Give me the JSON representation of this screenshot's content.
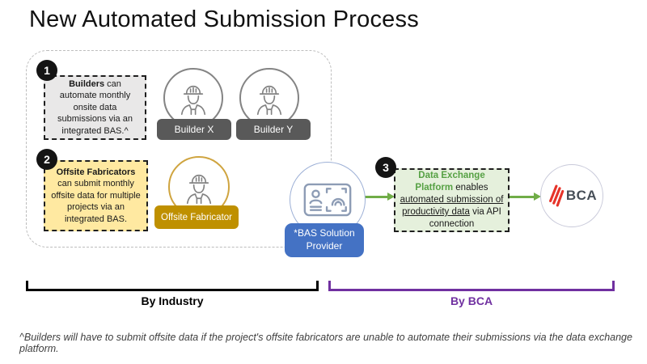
{
  "slide": {
    "title": "New Automated Submission Process",
    "footnote": "^Builders will have to submit offsite data if the project's offsite fabricators are unable to automate their submissions via the data exchange platform."
  },
  "steps": {
    "step1": {
      "badge": "1",
      "bold": "Builders",
      "rest": " can automate monthly onsite data submissions via an integrated BAS.^"
    },
    "step2": {
      "badge": "2",
      "bold": "Offsite Fabricators",
      "rest": " can submit monthly offsite data for multiple projects via an integrated BAS."
    },
    "step3": {
      "badge": "3",
      "heading": "Data Exchange Platform",
      "pre": " enables ",
      "underlined": "automated submission of productivity data",
      "post": " via API connection"
    }
  },
  "actors": {
    "builder_x": {
      "label": "Builder X",
      "icon": "construction-worker-icon"
    },
    "builder_y": {
      "label": "Builder Y",
      "icon": "construction-worker-icon"
    },
    "offsite_fabricator": {
      "label": "Offsite Fabricator",
      "icon": "construction-worker-icon"
    },
    "bas_provider": {
      "label": "*BAS Solution Provider",
      "icon": "id-card-fingerprint-icon"
    },
    "bca": {
      "label": "BCA",
      "icon": "bca-logo"
    }
  },
  "groups": {
    "industry": {
      "label": "By Industry",
      "color": "#000000"
    },
    "bca": {
      "label": "By BCA",
      "color": "#7030A0"
    }
  },
  "colors": {
    "step1_box_bg": "#E9E8E8",
    "step2_box_bg": "#FFE9A1",
    "step3_box_bg": "#E5F0DC",
    "builder_label_bg": "#595959",
    "fabricator_label_bg": "#BF9000",
    "bas_label_bg": "#4472C4",
    "arrow_green": "#70AD47",
    "step3_heading_green": "#56A144",
    "bca_purple": "#7030A0",
    "bca_logo_red": "#E63329"
  }
}
